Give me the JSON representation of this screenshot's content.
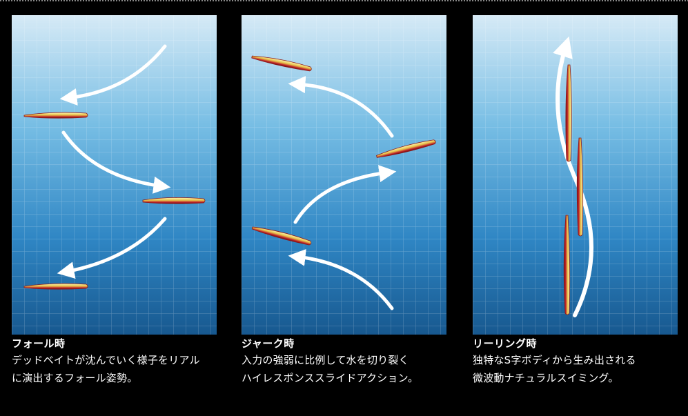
{
  "panels": [
    {
      "id": "fall",
      "title": "フォール時",
      "desc1": "デッドベイトが沈んでいく様子をリアル",
      "desc2": "に演出するフォール姿勢。"
    },
    {
      "id": "jerk",
      "title": "ジャーク時",
      "desc1": "入力の強弱に比例して水を切り裂く",
      "desc2": "ハイレスポンススライドアクション。"
    },
    {
      "id": "reeling",
      "title": "リーリング時",
      "desc1": "独特なS字ボディから生み出される",
      "desc2": "微波動ナチュラルスイミング。"
    }
  ],
  "colors": {
    "water_top": "#d6eaf6",
    "water_bottom": "#1a5f9a",
    "lure_gold": "#e6c24a",
    "lure_red": "#c0242a",
    "arrow": "#ffffff"
  },
  "icons": [
    "lure-icon",
    "arrow-icon"
  ]
}
